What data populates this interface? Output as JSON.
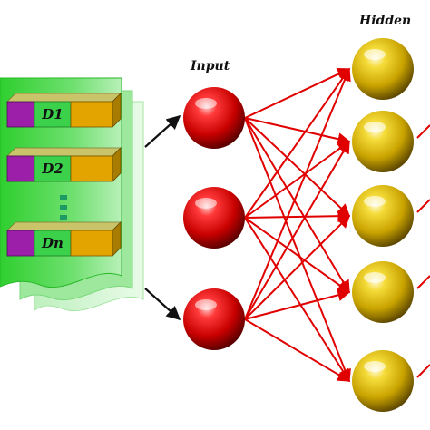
{
  "layers": {
    "input": {
      "label": "Input",
      "node_count": 3,
      "color": "#d00000"
    },
    "hidden": {
      "label": "Hidden",
      "node_count": 5,
      "color": "#d6b400"
    }
  },
  "records": [
    {
      "label": "D1"
    },
    {
      "label": "D2"
    },
    {
      "label": "Dn"
    }
  ],
  "colors": {
    "connection": "#e00000",
    "pointer": "#111111",
    "document_green": "#3fd23f",
    "record_purple": "#9b1fa8",
    "record_green": "#3bd14a",
    "record_orange": "#e3a400",
    "ellipsis_dots": "#1e9a64"
  }
}
